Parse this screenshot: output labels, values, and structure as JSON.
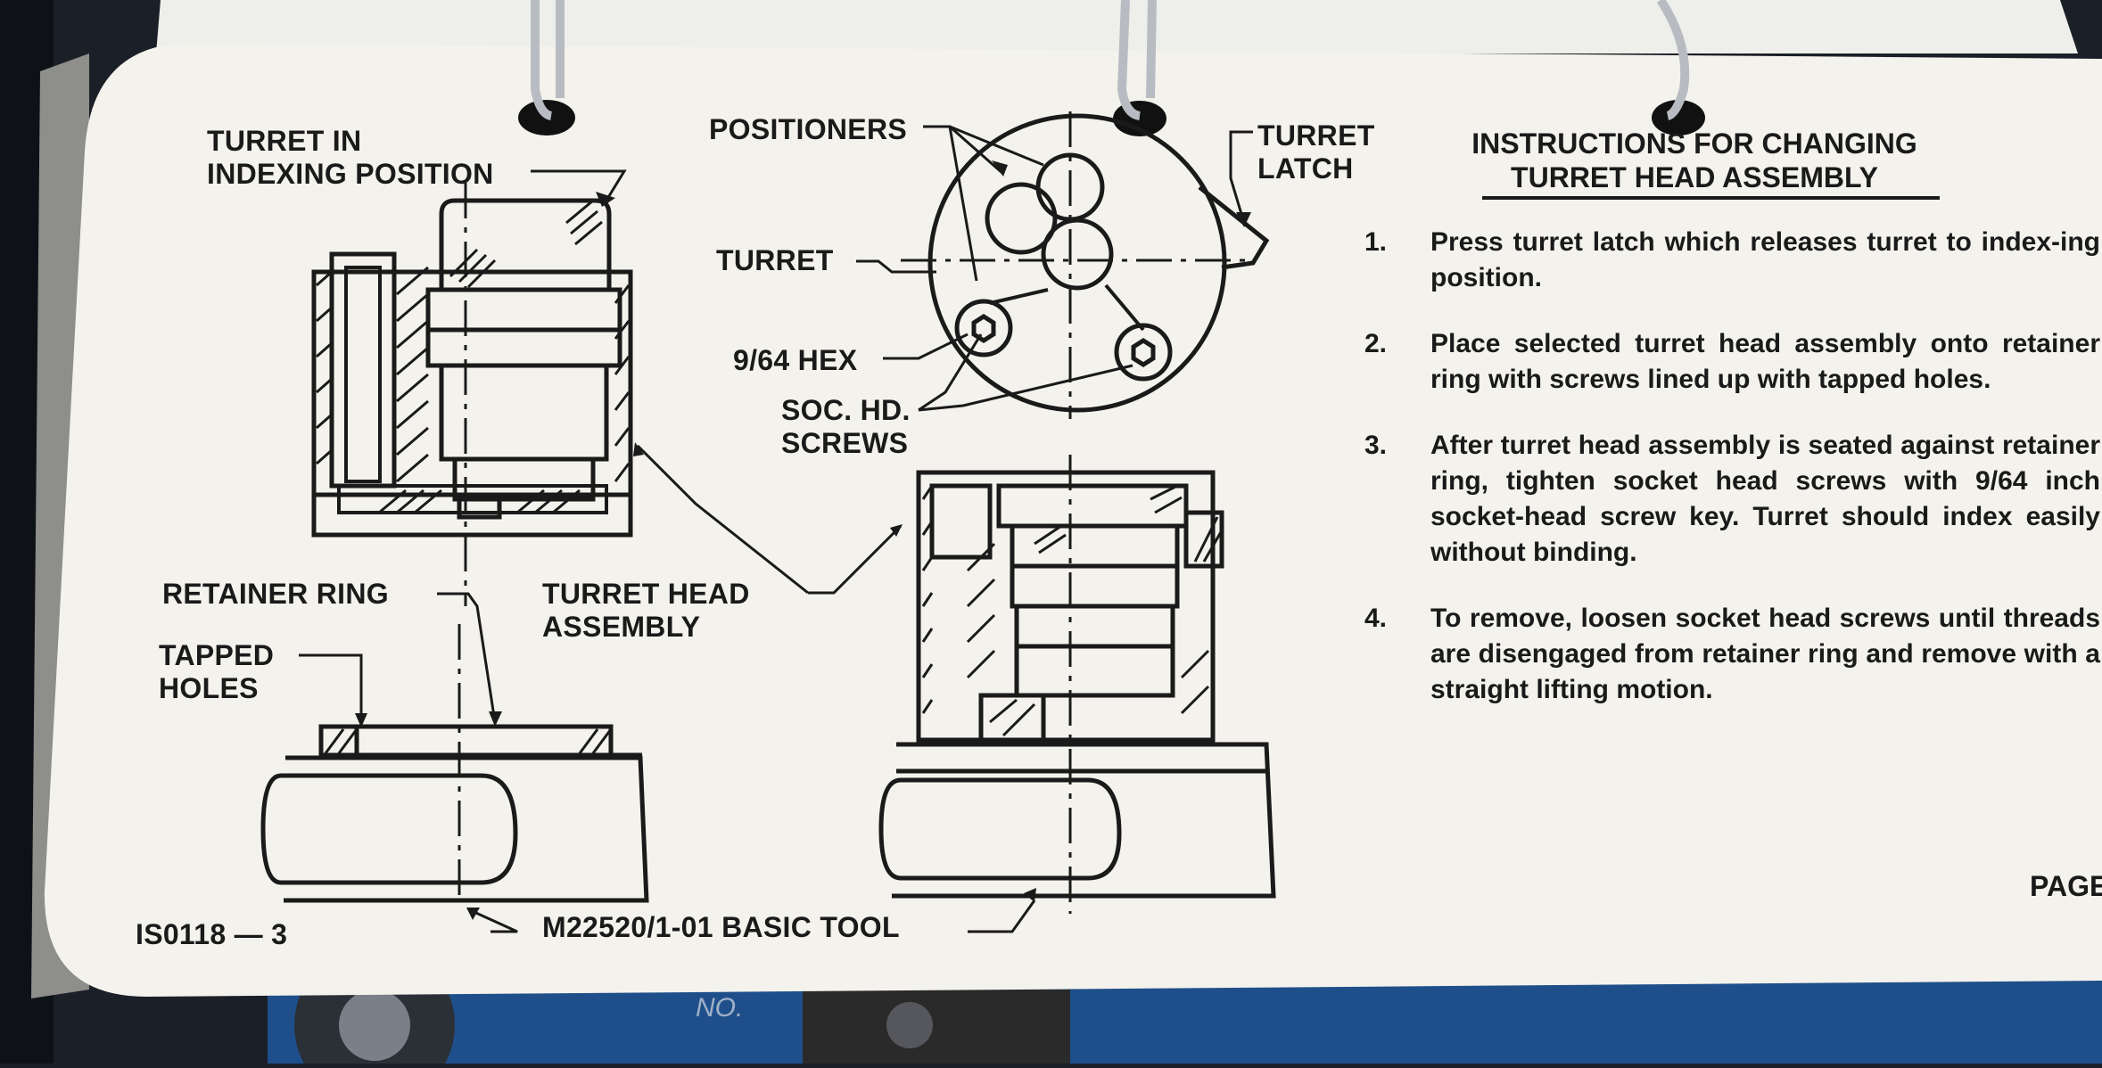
{
  "card": {
    "labels": {
      "turret_in_indexing": [
        "TURRET IN",
        "INDEXING POSITION"
      ],
      "positioners": "POSITIONERS",
      "turret_latch": [
        "TURRET",
        "LATCH"
      ],
      "turret": "TURRET",
      "hex": "9/64 HEX",
      "soc_hd_screws": [
        "SOC. HD.",
        "SCREWS"
      ],
      "retainer_ring": "RETAINER RING",
      "turret_head_assembly": [
        "TURRET HEAD",
        "ASSEMBLY"
      ],
      "tapped_holes": [
        "TAPPED",
        "HOLES"
      ],
      "figure_id": "IS0118 — 3",
      "basic_tool": "M22520/1-01 BASIC TOOL"
    },
    "instructions": {
      "title_lines": [
        "INSTRUCTIONS FOR CHANGING",
        "TURRET HEAD ASSEMBLY"
      ],
      "steps": [
        {
          "num": "1.",
          "text": "Press turret latch which releases turret to index-ing position."
        },
        {
          "num": "2.",
          "text": "Place selected turret head assembly onto retainer ring with screws lined up with tapped holes."
        },
        {
          "num": "3.",
          "text": "After turret head assembly is seated against retainer ring, tighten socket head screws with 9/64 inch socket-head screw key. Turret should index easily without binding."
        },
        {
          "num": "4.",
          "text": "To remove, loosen socket head screws until threads are disengaged from retainer ring and remove with a straight lifting motion."
        }
      ]
    },
    "page_label": "PAGE"
  },
  "background": {
    "tool_text": "NO."
  },
  "colors": {
    "card": "#f4f2ec",
    "ink": "#1a1a1a",
    "background": "#1b1f27",
    "tool_blue": "#1f4f8a"
  }
}
